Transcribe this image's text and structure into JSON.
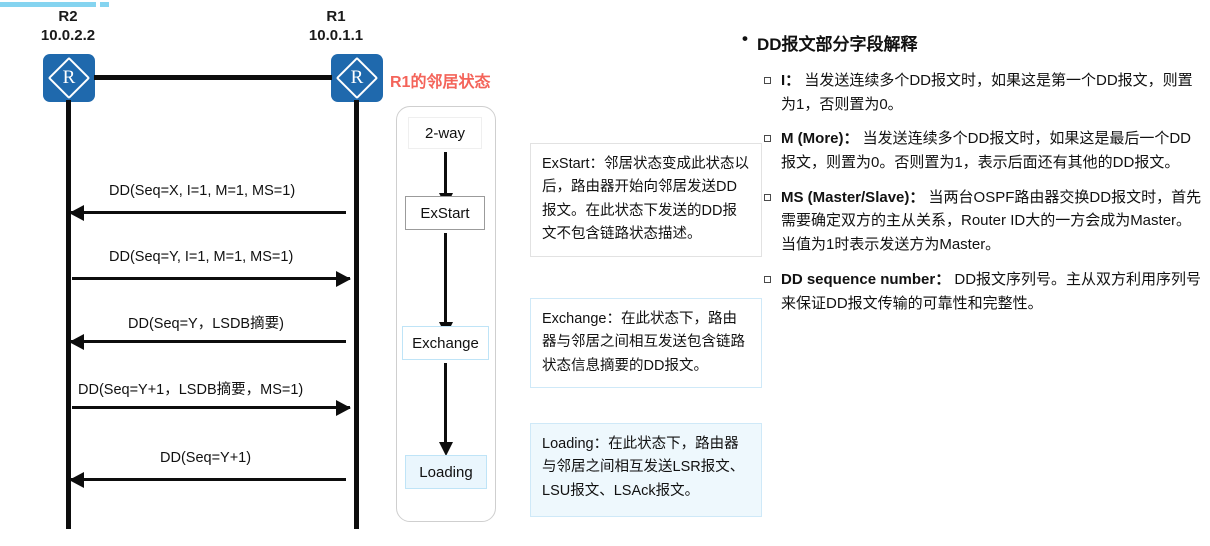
{
  "diagram": {
    "routers": [
      {
        "id": "r2",
        "name": "R2",
        "ip": "10.0.2.2"
      },
      {
        "id": "r1",
        "name": "R1",
        "ip": "10.0.1.1"
      }
    ],
    "neighbor_state_caption": "R1的邻居状态",
    "caption_color": "#f4645a",
    "router_color": "#1f69ad",
    "router_glyph": "R",
    "messages": [
      {
        "label": "DD(Seq=X, I=1, M=1, MS=1)",
        "direction": "left"
      },
      {
        "label": "DD(Seq=Y, I=1, M=1, MS=1)",
        "direction": "right"
      },
      {
        "label": "DD(Seq=Y，LSDB摘要)",
        "direction": "left"
      },
      {
        "label": "DD(Seq=Y+1，LSDB摘要，MS=1)",
        "direction": "right"
      },
      {
        "label": "DD(Seq=Y+1)",
        "direction": "left"
      }
    ],
    "states": [
      {
        "label": "2-way"
      },
      {
        "label": "ExStart"
      },
      {
        "label": "Exchange"
      },
      {
        "label": "Loading"
      }
    ],
    "notes": [
      {
        "id": "exstart",
        "text": "ExStart：邻居状态变成此状态以后，路由器开始向邻居发送DD报文。在此状态下发送的DD报文不包含链路状态描述。"
      },
      {
        "id": "exchange",
        "text": "Exchange：在此状态下，路由器与邻居之间相互发送包含链路状态信息摘要的DD报文。"
      },
      {
        "id": "loading",
        "text": "Loading：在此状态下，路由器与邻居之间相互发送LSR报文、LSU报文、LSAck报文。"
      }
    ]
  },
  "panel": {
    "title": "DD报文部分字段解释",
    "items": [
      {
        "term": "I：",
        "body": " 当发送连续多个DD报文时，如果这是第一个DD报文，则置为1，否则置为0。"
      },
      {
        "term": "M (More)：",
        "body": " 当发送连续多个DD报文时，如果这是最后一个DD报文，则置为0。否则置为1，表示后面还有其他的DD报文。"
      },
      {
        "term": "MS (Master/Slave)：",
        "body": " 当两台OSPF路由器交换DD报文时，首先需要确定双方的主从关系，Router ID大的一方会成为Master。当值为1时表示发送方为Master。"
      },
      {
        "term": "DD sequence number：",
        "body": " DD报文序列号。主从双方利用序列号来保证DD报文传输的可靠性和完整性。"
      }
    ]
  }
}
